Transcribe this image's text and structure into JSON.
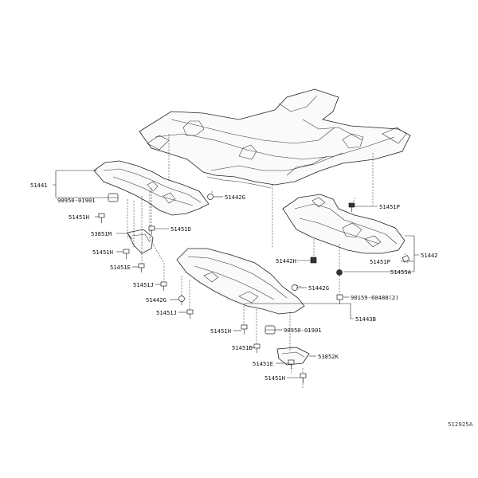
{
  "diagram": {
    "reference_code": "512925A",
    "labels": {
      "l51441": "51441",
      "l90950_left": "90950-01901",
      "l51451H_a": "51451H",
      "l53851M": "53851M",
      "l51451D_a": "51451D",
      "l51451H_b": "51451H",
      "l51451E_a": "51451E",
      "l51451J_a": "51451J",
      "l51442G_a": "51442G",
      "l51451J_b": "51451J",
      "l51442G_top": "51442G",
      "l51451P_a": "51451P",
      "l51442": "51442",
      "l51451P_b": "51451P",
      "l51442H": "51442H",
      "l51455A": "51455A",
      "l51442G_b": "51442G",
      "l90159": "90159-60488(2)",
      "l51443B": "51443B",
      "l51451H_c": "51451H",
      "l90950_right": "90950-01901",
      "l51451D_b": "51451D",
      "l53852K": "53852K",
      "l51451E_b": "51451E",
      "l51451H_d": "51451H"
    }
  }
}
